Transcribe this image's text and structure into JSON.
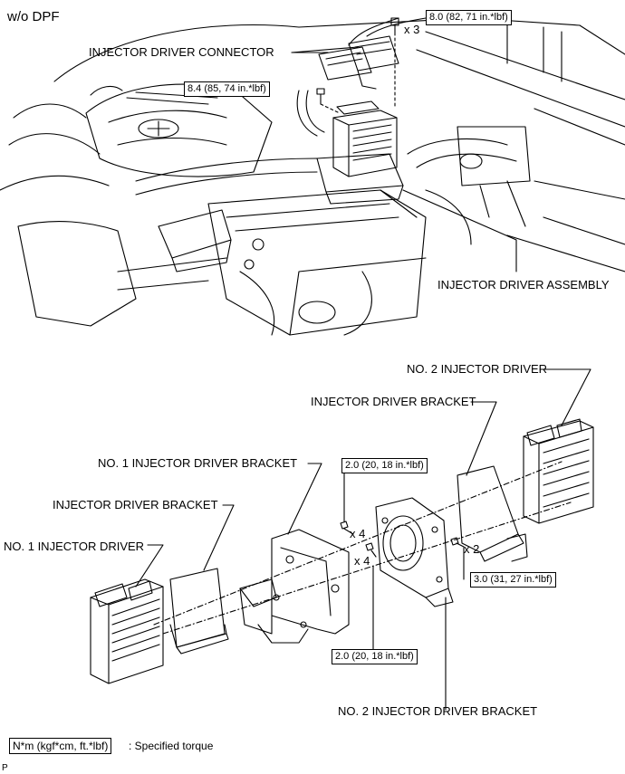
{
  "header": {
    "variant": "w/o DPF"
  },
  "top": {
    "connector_label": "INJECTOR DRIVER CONNECTOR",
    "assembly_label": "INJECTOR DRIVER ASSEMBLY",
    "torque_top": "8.0 (82, 71 in.*lbf)",
    "torque_top_count": "x 3",
    "torque_mid": "8.4 (85, 74 in.*lbf)"
  },
  "bottom": {
    "no2_driver": "NO. 2 INJECTOR DRIVER",
    "bracket_upper": "INJECTOR DRIVER BRACKET",
    "no1_bracket": "NO. 1 INJECTOR DRIVER BRACKET",
    "bracket_lower": "INJECTOR DRIVER BRACKET",
    "no1_driver": "NO. 1 INJECTOR DRIVER",
    "no2_bracket": "NO. 2 INJECTOR DRIVER BRACKET",
    "torque_a": "2.0 (20, 18 in.*lbf)",
    "torque_a_count": "x 4",
    "torque_b": "2.0 (20, 18 in.*lbf)",
    "torque_b_count": "x 4",
    "torque_c": "3.0 (31, 27 in.*lbf)",
    "torque_c_count": "x 2"
  },
  "legend": {
    "unit": "N*m (kgf*cm, ft.*lbf)",
    "text": ": Specified torque"
  },
  "footer": {
    "code": "P"
  }
}
